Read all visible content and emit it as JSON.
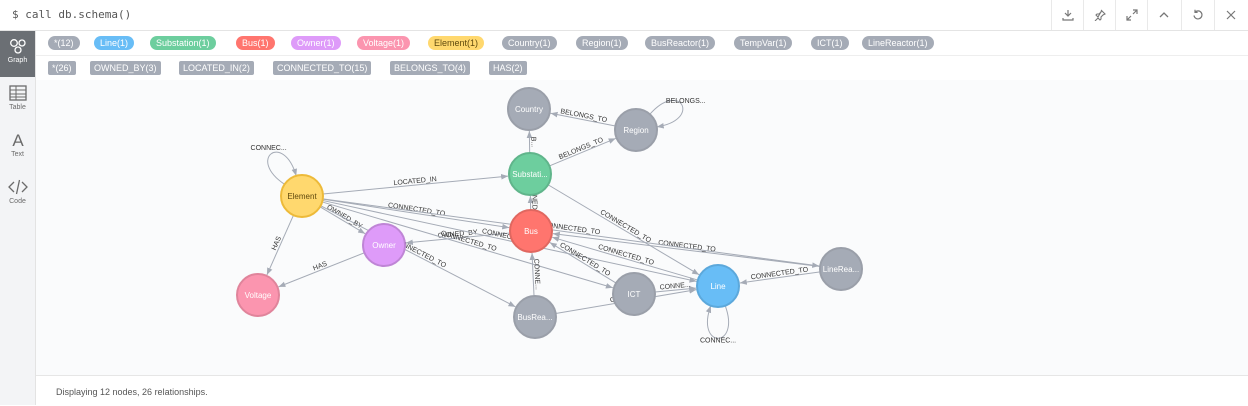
{
  "command": "$ call db.schema()",
  "toolbar": {
    "download_icon": "download-icon",
    "pin_icon": "pin-icon",
    "expand_icon": "expand-icon",
    "collapse_icon": "chevron-up-icon",
    "rerun_icon": "rerun-icon",
    "close_icon": "close-icon"
  },
  "sidebar": {
    "items": [
      {
        "label": "Graph",
        "icon": "graph-icon"
      },
      {
        "label": "Table",
        "icon": "table-icon"
      },
      {
        "label": "Text",
        "icon": "text-icon"
      },
      {
        "label": "Code",
        "icon": "code-icon"
      }
    ]
  },
  "node_labels": [
    {
      "text": "*(12)",
      "color": "#a5abb6",
      "fg": "#ffffff"
    },
    {
      "text": "Line(1)",
      "color": "#68bdf6",
      "fg": "#ffffff"
    },
    {
      "text": "Substation(1)",
      "color": "#6dce9e",
      "fg": "#ffffff"
    },
    {
      "text": "Bus(1)",
      "color": "#ff756e",
      "fg": "#ffffff"
    },
    {
      "text": "Owner(1)",
      "color": "#de9bf9",
      "fg": "#ffffff"
    },
    {
      "text": "Voltage(1)",
      "color": "#fb95af",
      "fg": "#ffffff"
    },
    {
      "text": "Element(1)",
      "color": "#ffd86e",
      "fg": "#604a0e"
    },
    {
      "text": "Country(1)",
      "color": "#a5abb6",
      "fg": "#ffffff"
    },
    {
      "text": "Region(1)",
      "color": "#a5abb6",
      "fg": "#ffffff"
    },
    {
      "text": "BusReactor(1)",
      "color": "#a5abb6",
      "fg": "#ffffff"
    },
    {
      "text": "TempVar(1)",
      "color": "#a5abb6",
      "fg": "#ffffff"
    },
    {
      "text": "ICT(1)",
      "color": "#a5abb6",
      "fg": "#ffffff"
    },
    {
      "text": "LineReactor(1)",
      "color": "#a5abb6",
      "fg": "#ffffff"
    }
  ],
  "rel_types": [
    {
      "text": "*(26)"
    },
    {
      "text": "OWNED_BY(3)"
    },
    {
      "text": "LOCATED_IN(2)"
    },
    {
      "text": "CONNECTED_TO(15)"
    },
    {
      "text": "BELONGS_TO(4)"
    },
    {
      "text": "HAS(2)"
    }
  ],
  "graph": {
    "nodes": [
      {
        "id": "country",
        "label": "Country",
        "color": "#a5abb6",
        "stroke": "#9a9fa9",
        "text_color": "#ffffff"
      },
      {
        "id": "region",
        "label": "Region",
        "color": "#a5abb6",
        "stroke": "#9a9fa9",
        "text_color": "#ffffff"
      },
      {
        "id": "substation",
        "label": "Substati...",
        "color": "#6dce9e",
        "stroke": "#60b58b",
        "text_color": "#ffffff"
      },
      {
        "id": "element",
        "label": "Element",
        "color": "#ffd86e",
        "stroke": "#edba39",
        "text_color": "#604a0e"
      },
      {
        "id": "owner",
        "label": "Owner",
        "color": "#de9bf9",
        "stroke": "#bf85d6",
        "text_color": "#ffffff"
      },
      {
        "id": "bus",
        "label": "Bus",
        "color": "#ff756e",
        "stroke": "#e06760",
        "text_color": "#ffffff"
      },
      {
        "id": "voltage",
        "label": "Voltage",
        "color": "#fb95af",
        "stroke": "#e0849b",
        "text_color": "#ffffff"
      },
      {
        "id": "busreactor",
        "label": "BusRea...",
        "color": "#a5abb6",
        "stroke": "#9a9fa9",
        "text_color": "#ffffff"
      },
      {
        "id": "ict",
        "label": "ICT",
        "color": "#a5abb6",
        "stroke": "#9a9fa9",
        "text_color": "#ffffff"
      },
      {
        "id": "line",
        "label": "Line",
        "color": "#68bdf6",
        "stroke": "#5ca8db",
        "text_color": "#ffffff"
      },
      {
        "id": "linereactor",
        "label": "LineRea...",
        "color": "#a5abb6",
        "stroke": "#9a9fa9",
        "text_color": "#ffffff"
      }
    ],
    "edges": [
      {
        "from": "region",
        "to": "country",
        "label": "BELONGS_TO"
      },
      {
        "from": "substation",
        "to": "country",
        "label": "B..."
      },
      {
        "from": "substation",
        "to": "region",
        "label": "BELONGS_TO"
      },
      {
        "from": "element",
        "to": "substation",
        "label": "LOCATED_IN"
      },
      {
        "from": "bus",
        "to": "substation",
        "label": "OWNED_BY"
      },
      {
        "from": "element",
        "to": "bus",
        "label": "CONNECTED_TO"
      },
      {
        "from": "element",
        "to": "owner",
        "label": "OWNED_BY"
      },
      {
        "from": "bus",
        "to": "owner",
        "label": "OWNED_BY"
      },
      {
        "from": "element",
        "to": "voltage",
        "label": "HAS"
      },
      {
        "from": "owner",
        "to": "voltage",
        "label": "HAS"
      },
      {
        "from": "element",
        "to": "ict",
        "label": "CONNECTED_TO"
      },
      {
        "from": "element",
        "to": "line",
        "label": "CONNECTED_TO"
      },
      {
        "from": "element",
        "to": "busreactor",
        "label": "CONNECTED_TO"
      },
      {
        "from": "ict",
        "to": "bus",
        "label": "CONNECTED_TO"
      },
      {
        "from": "line",
        "to": "bus",
        "label": "CONNECTED_TO"
      },
      {
        "from": "busreactor",
        "to": "bus",
        "label": "CONNE..."
      },
      {
        "from": "linereactor",
        "to": "bus",
        "label": "CONNECTED_TO"
      },
      {
        "from": "linereactor",
        "to": "line",
        "label": "CONNECTED_TO"
      },
      {
        "from": "ict",
        "to": "line",
        "label": "CONNE..."
      },
      {
        "from": "busreactor",
        "to": "line",
        "label": "CONNE..."
      },
      {
        "from": "substation",
        "to": "line",
        "label": "CONNECTED_TO"
      },
      {
        "from": "element",
        "to": "linereactor",
        "label": "CONNECTED_TO"
      }
    ],
    "self_loops": [
      {
        "node": "element",
        "label": "CONNEC..."
      },
      {
        "node": "region",
        "label": "BELONGS..."
      },
      {
        "node": "line",
        "label": "CONNEC..."
      }
    ]
  },
  "footer": {
    "status": "Displaying 12 nodes, 26 relationships."
  }
}
